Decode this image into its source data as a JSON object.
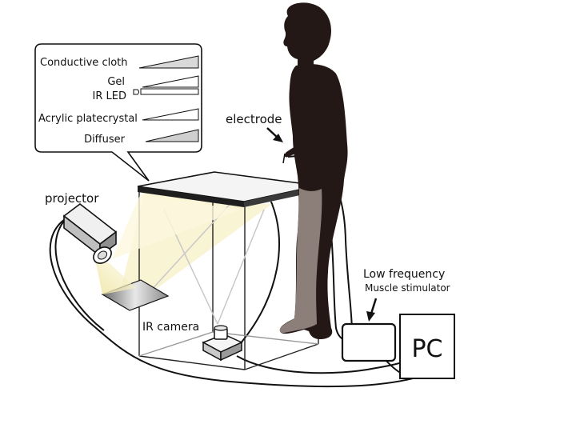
{
  "labels": {
    "conductive_cloth": "Conductive cloth",
    "gel": "Gel",
    "ir_led": "IR LED",
    "acrylic": "Acrylic platecrystal",
    "diffuser": "Diffuser",
    "electrode": "electrode",
    "projector": "projector",
    "ir_camera": "IR camera",
    "low_frequency": "Low frequency",
    "muscle_stimulator": "Muscle stimulator",
    "pc": "PC"
  },
  "colors": {
    "ink": "#111111",
    "silhouette": "#231815",
    "leg_highlight": "#8c7f7a",
    "layer_fill": "#d9d9d9",
    "projection_light": "#f6f0c4"
  }
}
